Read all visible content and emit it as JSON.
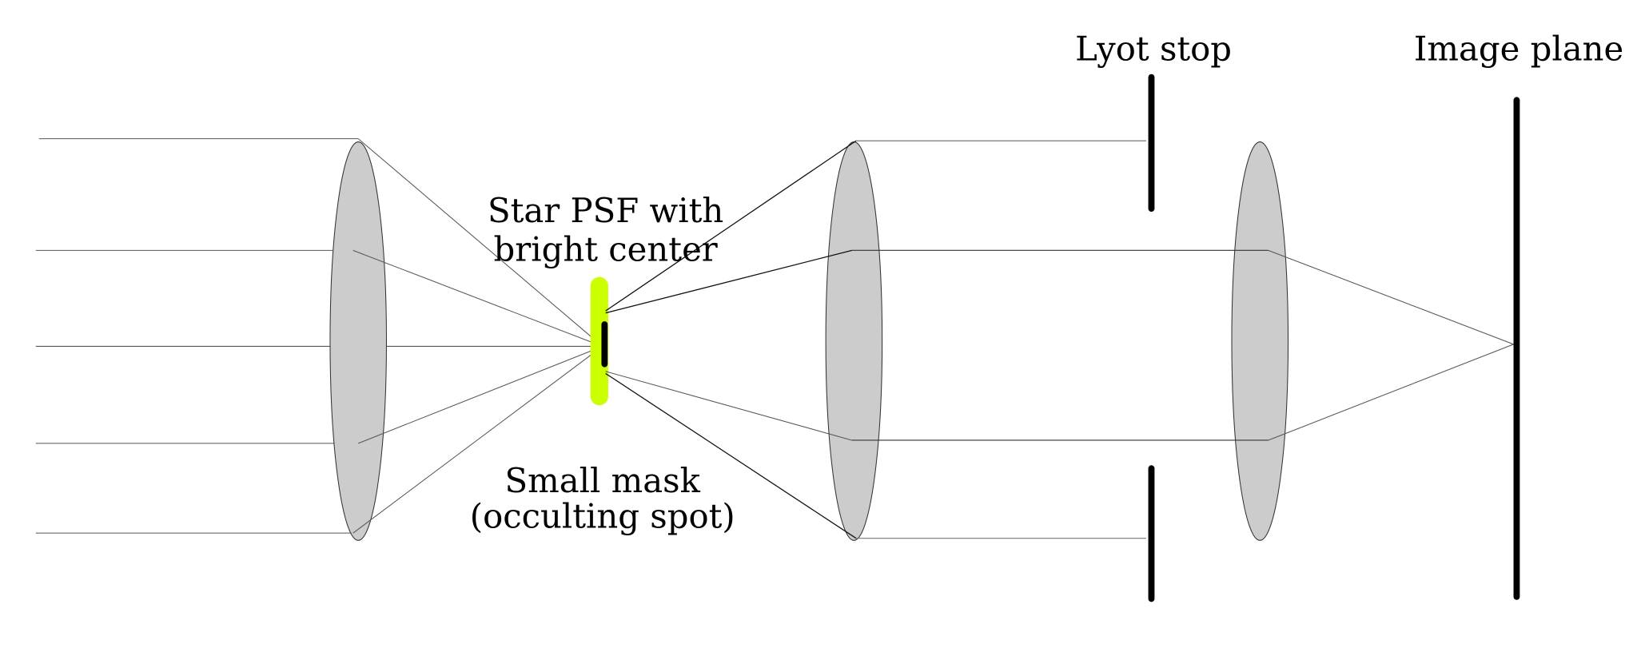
{
  "labels": {
    "lyot_stop": "Lyot stop",
    "image_plane": "Image plane",
    "psf_line1": "Star PSF with",
    "psf_line2": "bright center",
    "mask_line1": "Small mask",
    "mask_line2": "(occulting spot)"
  },
  "colors": {
    "lens_fill": "#cccccc",
    "psf": "#ccff00",
    "stop": "#000000"
  }
}
